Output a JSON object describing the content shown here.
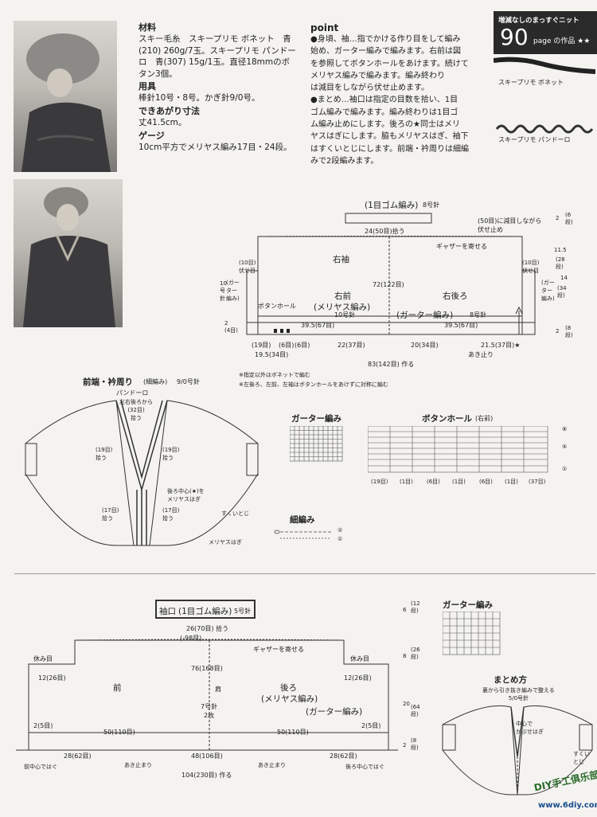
{
  "materials": {
    "heading": "材料",
    "body": "スキー毛糸　スキープリモ ボネット　青\n(210) 260g/7玉。スキープリモ パンドー\nロ　青(307) 15g/1玉。直径18mmのボ\nタン3個。"
  },
  "tools": {
    "heading": "用具",
    "body": "棒針10号・8号。かぎ針9/0号。"
  },
  "finished_size": {
    "heading": "できあがり寸法",
    "body": "丈41.5cm。"
  },
  "gauge": {
    "heading": "ゲージ",
    "body": "10cm平方でメリヤス編み17目・24段。"
  },
  "point": {
    "heading": "point",
    "body": "●身頃、袖…指でかける作り目をして編み\n始め、ガーター編みで編みます。右前は図\nを参照してボタンホールをあけます。続けて\nメリヤス編みで編みます。編み終わり\nは減目をしながら伏せ止めます。\n●まとめ…袖口は指定の目数を拾い、1目\nゴム編みで編みます。編み終わりは1目ゴ\nム編み止めにします。後ろの★同士はメリ\nヤスはぎにします。脇もメリヤスはぎ、袖下\nはすくいとじにします。前端・衿周りは細編\nみで2段編みます。"
  },
  "badge": {
    "subtitle": "増減なしのまっすぐニット",
    "number": "90",
    "suffix": "page の作品 ★★"
  },
  "yarn": {
    "label1": "スキープリモ ボネット",
    "label2": "スキープリモ パンドーロ"
  },
  "diagram1": {
    "rib_title": "(1目ゴム編み)",
    "rib_needle": "8号針",
    "rib_width": "24(50目)拾う",
    "sleeve": "右袖",
    "gathers": "ギャザーを寄せる",
    "dec_note": "(50目)に減目しながら\n伏せ止め",
    "right_front": "右前",
    "stockinette": "(メリヤス編み)",
    "needle10": "10号針",
    "right_back": "右後ろ",
    "garter": "(ガーター編み)",
    "needle8": "8号針",
    "buttonhole": "ボタンホール",
    "width72": "72(122目)",
    "w395a": "39.5(67目)",
    "w395b": "39.5(67目)",
    "w195": "19.5(34目)",
    "w19": "(19目)",
    "w6a": "(6目)",
    "w6b": "(6目)",
    "w22": "22(37目)",
    "w20": "20(34目)",
    "w215": "21.5(37目)★",
    "open_stop": "あき止り",
    "w83": "83(142目) 作る",
    "left_cast": "(10目)\n伏せ目",
    "left_garter": "(ガー\nター\n編み)",
    "left_10": "10\n号\n針",
    "left_2": "2\n(4目)",
    "r_2": "2",
    "r_6": "(6\n段)",
    "r_115": "11.5",
    "r_28": "(28\n段)",
    "r_10": "(10目)\n伏せ目",
    "r_14": "14",
    "r_34": "(34\n段)",
    "r_garter": "(ガー\nター\n編み)",
    "r_2b": "2",
    "r_8": "(8\n段)",
    "note1": "※指定以外はボネットで編む",
    "note2": "※左後ろ、左前、左袖はボタンホールをあけずに対称に編む"
  },
  "finishing1": {
    "title": "前端・衿周り",
    "pattern": "(細編み)",
    "hook": "9/0号針",
    "yarn": "パンドーロ",
    "pick32": "左右後ろから\n(32目)\n拾う",
    "pick19a": "(19目)\n拾う",
    "pick19b": "(19目)\n拾う",
    "back_center": "後ろ中心(★)を\nメリヤスはぎ",
    "pick17a": "(17目)\n拾う",
    "pick17b": "(17目)\n拾う",
    "seam": "すくいとじ",
    "graft": "メリヤスはぎ"
  },
  "chart_labels": {
    "garter_title": "ガーター編み",
    "buttonhole_title": "ボタンホール",
    "buttonhole_side": "(右前)",
    "bh_counts": [
      "(19目)",
      "(1目)",
      "(6目)",
      "(1目)",
      "(6目)",
      "(1目)",
      "(37目)"
    ],
    "row_8": "⑧",
    "row_5": "⑤",
    "row_1": "①",
    "row_2": "②",
    "row_1b": "①"
  },
  "sc_title": "細編み",
  "diagram2": {
    "cuff_title": "袖口",
    "cuff_pattern": "(1目ゴム編み)",
    "cuff_needle": "5号針",
    "cuff_width": "26(70目) 拾う",
    "cuff_dec": "(-98目)",
    "gathers": "ギャザーを寄せる",
    "rest_l": "休み目",
    "rest_r": "休み目",
    "w76": "76(168目)",
    "w12a": "12(26目)",
    "w12b": "12(26目)",
    "front": "前",
    "shoulder": "肩",
    "back": "後ろ",
    "stockinette": "(メリヤス編み)",
    "garter": "(ガーター編み)",
    "needle7": "7号針\n2枚",
    "w2a": "2(5目)",
    "w2b": "2(5目)",
    "w50a": "50(110目)",
    "w50b": "50(110目)",
    "w28a": "28(62目)",
    "w48": "48(106目)",
    "w28b": "28(62目)",
    "front_center": "前中心ではぐ",
    "open_stop": "あき止まり",
    "open_stop2": "あき止まり",
    "back_center": "後ろ中心ではぐ",
    "w104": "104(230目) 作る",
    "r6": "6",
    "r12": "(12\n段)",
    "r8": "8",
    "r26": "(26\n段)",
    "r20": "20",
    "r64": "(64\n段)",
    "r2": "2",
    "r8b": "(8\n段)"
  },
  "diagram2_garter": "ガーター編み",
  "finishing2": {
    "title": "まとめ方",
    "note": "裏から引き抜き編みで整える\n5/0号針",
    "center": "中心で\nかぶせはぎ",
    "seam": "すくい\nとじ"
  },
  "watermark": {
    "site": "www.6diy.com",
    "club": "DIY手工俱乐部"
  }
}
